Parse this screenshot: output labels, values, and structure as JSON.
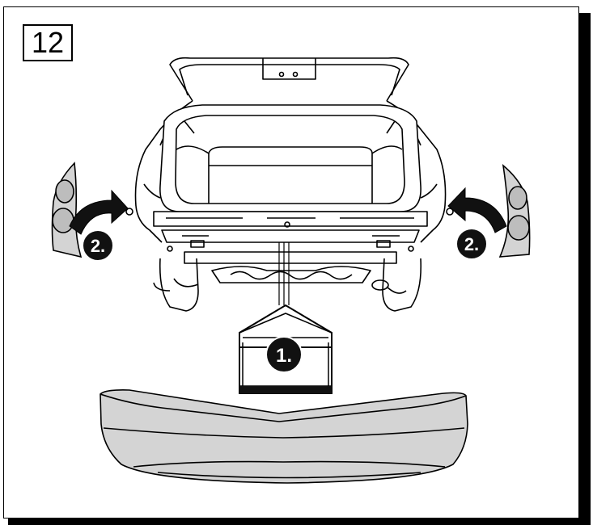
{
  "step_number": "12",
  "callouts": {
    "center": "1.",
    "left": "2.",
    "right": "2."
  },
  "colors": {
    "line": "#000000",
    "panel_fill": "#d4d4d4",
    "badge_fill": "#111111"
  },
  "icons": [
    "arrow-up-icon",
    "curved-arrow-icon",
    "car-rear-icon",
    "bumper-icon",
    "side-panel-icon"
  ]
}
